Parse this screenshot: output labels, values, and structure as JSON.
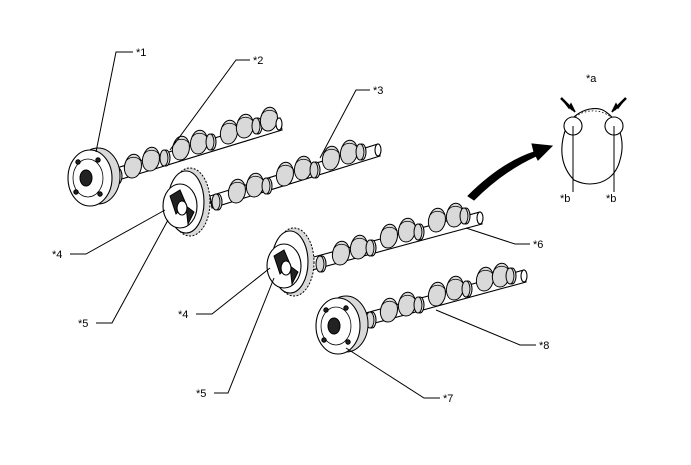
{
  "callouts": {
    "c1": "*1",
    "c2": "*2",
    "c3": "*3",
    "c4a": "*4",
    "c5a": "*5",
    "c4b": "*4",
    "c5b": "*5",
    "c6": "*6",
    "c7": "*7",
    "c8": "*8"
  },
  "detail": {
    "a": "*a",
    "b_left": "*b",
    "b_right": "*b"
  },
  "parts": [
    {
      "id": "camshaft-timing-gear-assembly-intake",
      "icon": "vvt-gear-assembly-icon"
    },
    {
      "id": "camshaft-no2-upper",
      "icon": "camshaft-icon"
    },
    {
      "id": "camshaft-upper",
      "icon": "camshaft-icon"
    },
    {
      "id": "camshaft-timing-sprocket",
      "icon": "sprocket-icon"
    },
    {
      "id": "camshaft-lower",
      "icon": "camshaft-icon"
    },
    {
      "id": "camshaft-timing-gear-assembly-lower",
      "icon": "vvt-gear-assembly-icon"
    },
    {
      "id": "cam-lobe-detail",
      "icon": "cam-lobe-icon"
    },
    {
      "id": "rotation-arrow",
      "icon": "curved-arrow-icon"
    }
  ]
}
